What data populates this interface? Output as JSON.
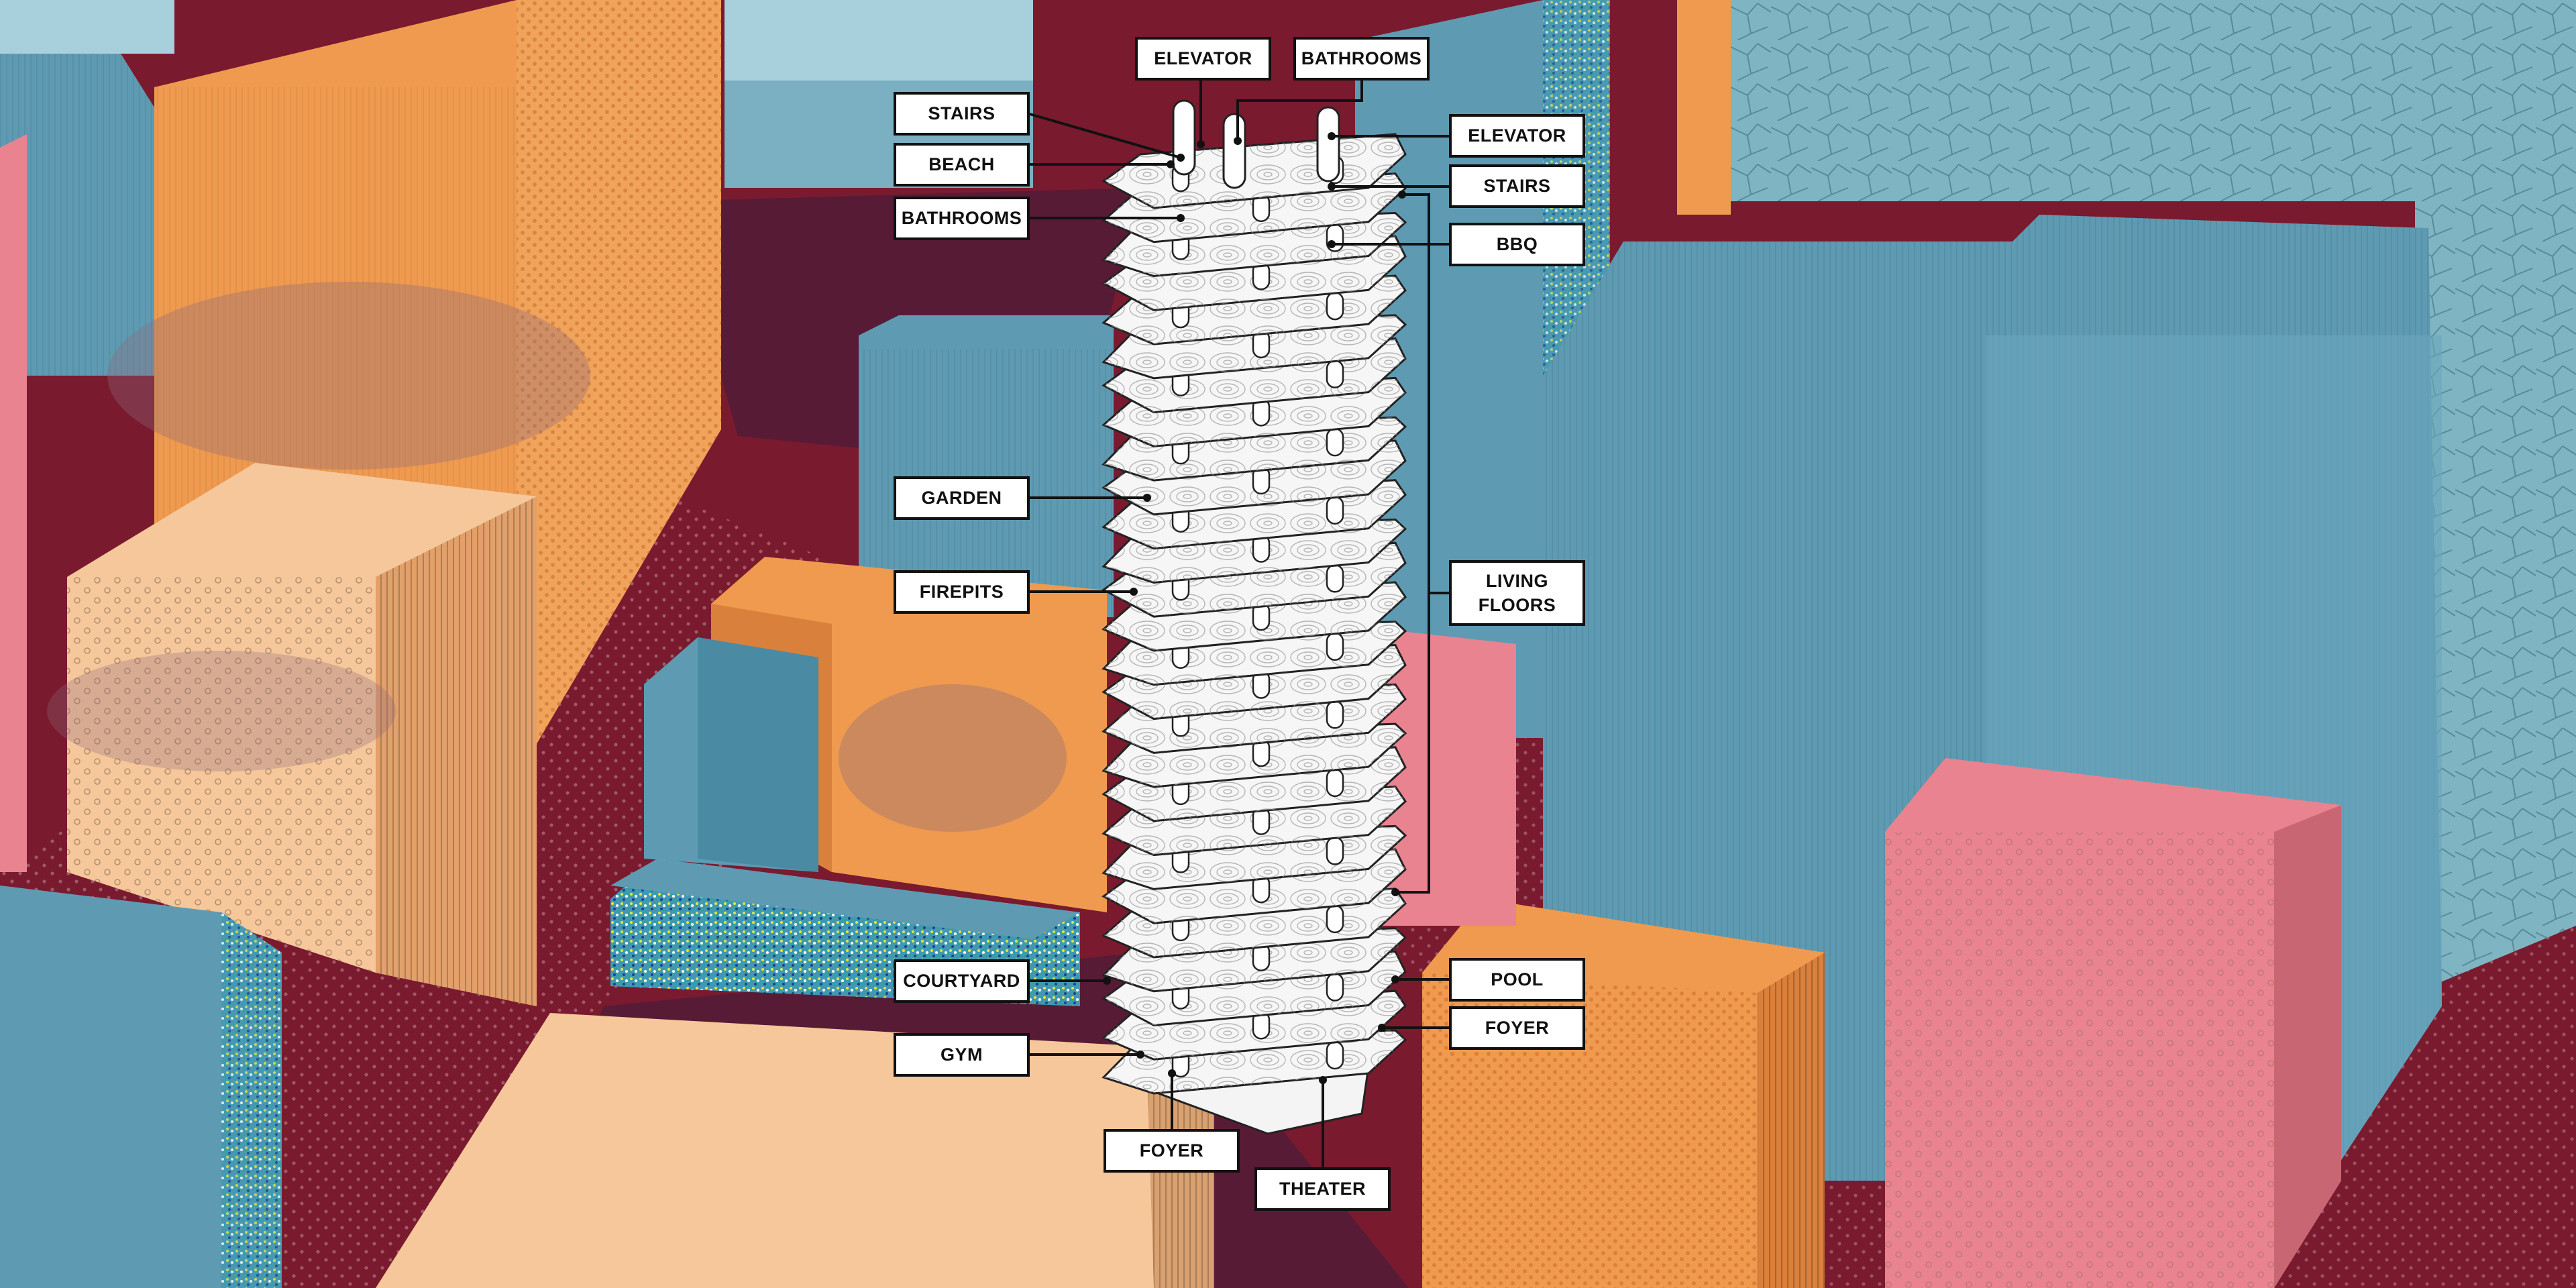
{
  "labels": {
    "elevator_left": "ELEVATOR",
    "bathrooms_top": "BATHROOMS",
    "stairs_left": "STAIRS",
    "elevator_right": "ELEVATOR",
    "beach": "BEACH",
    "bathrooms_left": "BATHROOMS",
    "stairs_right": "STAIRS",
    "bbq": "BBQ",
    "garden": "GARDEN",
    "firepits": "FIREPITS",
    "living_floors": "LIVING\nFLOORS",
    "courtyard": "COURTYARD",
    "pool": "POOL",
    "gym": "GYM",
    "foyer_right": "FOYER",
    "foyer_bottom": "FOYER",
    "theater": "THEATER"
  },
  "colors": {
    "street": "#7a1a2e",
    "street_dark": "#4a1d3a",
    "orange": "#ef9a4f",
    "orange_dark": "#d9803c",
    "peach": "#f5c79b",
    "teal": "#5e9bb3",
    "teal_light": "#a8d0dc",
    "pink": "#e8838f",
    "tower": "#f2f2f2"
  }
}
